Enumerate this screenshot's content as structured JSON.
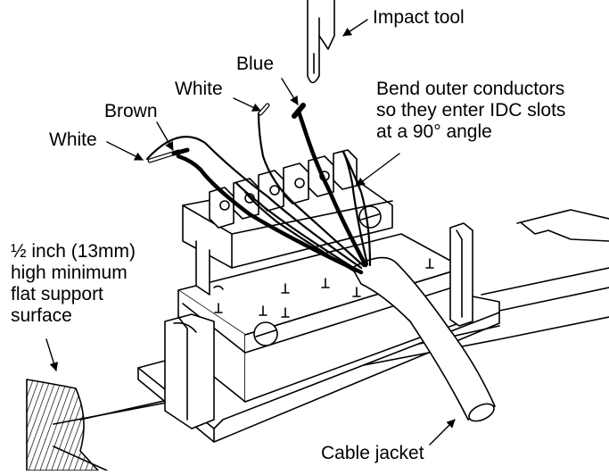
{
  "labels": {
    "impact_tool": "Impact tool",
    "blue": "Blue",
    "white_center": "White",
    "brown": "Brown",
    "white_left": "White",
    "bend_note": [
      "Bend outer conductors",
      "so they enter IDC slots",
      "at a 90° angle"
    ],
    "support_note": [
      "½ inch (13mm)",
      "high minimum",
      "flat support",
      "surface"
    ],
    "cable_jacket": "Cable jacket"
  },
  "colors": {
    "line": "#000000",
    "background": "#ffffff",
    "wire_dark": "#111111",
    "wire_light": "#ffffff",
    "cable": "#ffffff"
  }
}
